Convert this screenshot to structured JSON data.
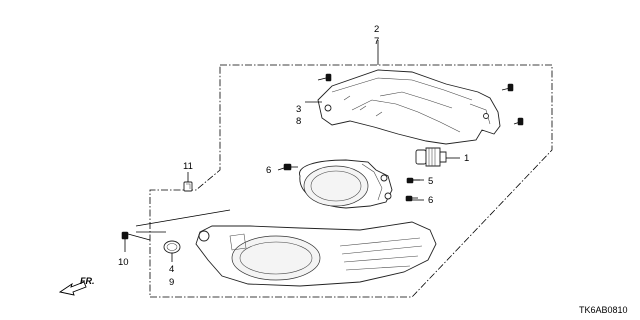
{
  "callouts": {
    "c1": "1",
    "c2": "2",
    "c7": "7",
    "c3": "3",
    "c8": "8",
    "c4": "4",
    "c9": "9",
    "c5": "5",
    "c6a": "6",
    "c6b": "6",
    "c10": "10",
    "c11": "11"
  },
  "diagram_code": "TK6AB0810",
  "direction_label": "FR."
}
